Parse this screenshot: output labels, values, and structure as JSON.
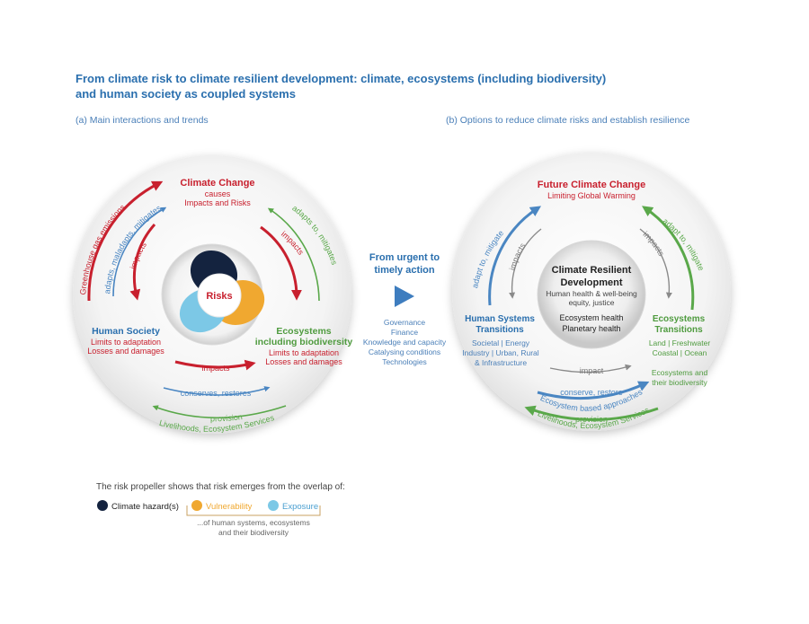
{
  "title": {
    "line1": "From climate risk to climate resilient development: climate, ecosystems (including biodiversity)",
    "line2": "and human society as coupled systems"
  },
  "panel_a": {
    "caption": "(a) Main interactions and trends",
    "climate_change": {
      "title": "Climate Change",
      "line1": "causes",
      "line2": "Impacts and Risks"
    },
    "human_society": {
      "title": "Human Society",
      "line1": "Limits to adaptation",
      "line2": "Losses and damages"
    },
    "ecosystems": {
      "title1": "Ecosystems",
      "title2": "including biodiversity",
      "line1": "Limits to adaptation",
      "line2": "Losses and damages"
    },
    "risks_label": "Risks",
    "arrows": {
      "greenhouse": "Greenhouse gas emissions",
      "adapts_maladapts": "adapts, maladapts, mitigates",
      "impacts_left": "impacts",
      "adapts_to_mitigates": "adapts to, mitigates",
      "impacts_right": "impacts",
      "impacts_bottom": "impacts",
      "conserves_restores": "conserves, restores",
      "provision": "provision",
      "livelihoods": "Livelihoods, Ecosystem Services"
    }
  },
  "middle": {
    "heading1": "From urgent to",
    "heading2": "timely action",
    "enablers": [
      "Governance",
      "Finance",
      "Knowledge and capacity",
      "Catalysing conditions",
      "Technologies"
    ]
  },
  "panel_b": {
    "caption": "(b) Options to reduce climate risks and establish resilience",
    "future": {
      "title": "Future Climate Change",
      "line1": "Limiting Global Warming"
    },
    "center": {
      "title1": "Climate Resilient",
      "title2": "Development",
      "line1": "Human health & well-being",
      "line2": "equity, justice",
      "line3": "Ecosystem health",
      "line4": "Planetary health"
    },
    "human_systems": {
      "title1": "Human Systems",
      "title2": "Transitions",
      "lines": [
        "Societal | Energy",
        "Industry | Urban, Rural",
        "& Infrastructure"
      ]
    },
    "ecosystems": {
      "title1": "Ecosystems",
      "title2": "Transitions",
      "lines": [
        "Land | Freshwater",
        "Coastal | Ocean",
        "",
        "Ecosystems and",
        "their biodiversity"
      ]
    },
    "arrows": {
      "adapt_left": "adapt to, mitigate",
      "impacts_left": "impacts",
      "adapt_right": "adapt to, mitigate",
      "impacts_right": "impacts",
      "impact_bottom": "impact",
      "conserve_restore": "conserve, restore",
      "ecosystem_based": "Ecosystem based approaches",
      "provision": "provision",
      "livelihoods": "Livelihoods, Ecosystem Services"
    }
  },
  "legend": {
    "intro": "The risk propeller shows that risk emerges from the overlap of:",
    "hazard": "Climate hazard(s)",
    "vulnerability": "Vulnerability",
    "exposure": "Exposure",
    "note1": "...of human systems, ecosystems",
    "note2": "and their biodiversity"
  },
  "colors": {
    "title_blue": "#2a6fae",
    "red": "#c8202e",
    "green": "#5aa84a",
    "blue": "#4a86c2",
    "navy": "#14233f",
    "orange": "#f0a830",
    "light_blue": "#7cc8e6",
    "grey": "#8a8a8a"
  }
}
